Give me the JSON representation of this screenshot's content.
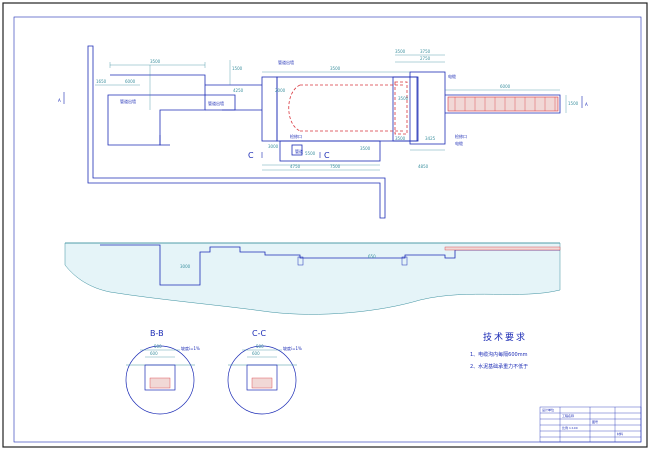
{
  "drawing": {
    "section_mark_a_left": "A",
    "section_mark_a_right": "A",
    "section_mark_c_left": "C",
    "section_mark_c_right": "C",
    "section_b_title": "B-B",
    "section_c_title": "C-C"
  },
  "dimensions": {
    "d1": "3500",
    "d2": "6000",
    "d3": "1650",
    "d4": "4250",
    "d5": "1500",
    "d6": "7500",
    "d7": "2000",
    "d8": "3500",
    "d9": "4850",
    "d10": "6000",
    "d11": "3750",
    "d12": "3500",
    "d13": "2750",
    "d14": "3500",
    "d15": "1500",
    "d16": "3500",
    "d17": "5500",
    "d18": "3000",
    "d19": "4750",
    "d20": "3425",
    "d21": "3000",
    "d22": "650",
    "d23": "3500",
    "d24": "500",
    "d25": "600",
    "d26": "500",
    "d27": "600"
  },
  "labels": {
    "l1": "管道出墙",
    "l2": "管道出墙",
    "l3": "管道出墙",
    "l4": "检修口",
    "l5": "检修口",
    "l6": "管道",
    "l7": "电缆",
    "l8": "电缆",
    "slope_b": "坡度i=1%",
    "slope_c": "坡度i=1%"
  },
  "notes": {
    "title": "技术要求",
    "item1": "1、电缆沟内每隔600mm",
    "item2": "2、水泥基础承重力不低于"
  },
  "title_block": {
    "r1": "设计单位",
    "r2": "工程名称",
    "r3": "图号",
    "r4": "比例 1:100",
    "r5": "材料"
  }
}
